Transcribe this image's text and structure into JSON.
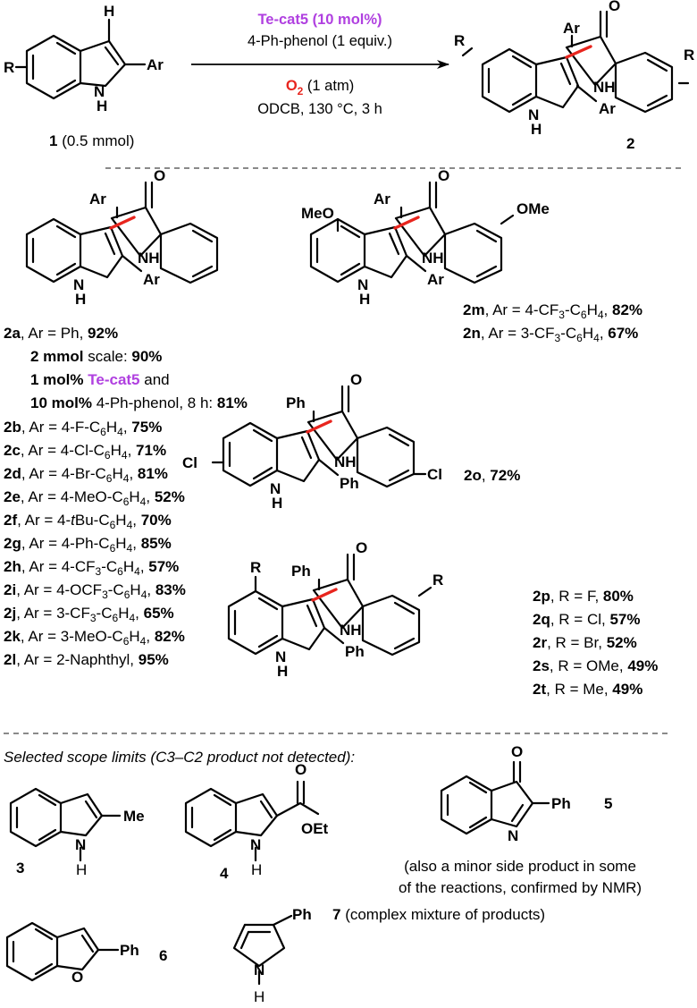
{
  "reaction": {
    "catalyst": "Te-cat5 (10 mol%)",
    "additive": "4-Ph-phenol (1 equiv.)",
    "oxidant_symbol": "O",
    "oxidant_sub": "2",
    "oxidant_rest": " (1 atm)",
    "conditions": "ODCB, 130 °C, 3 h",
    "sm_id": "1",
    "sm_amount": " (0.5 mmol)",
    "product_id": "2",
    "colors": {
      "catalyst": "#b040e0",
      "oxidant": "#e8251e",
      "new_bond": "#e8251e"
    }
  },
  "atoms": {
    "R": "R",
    "Ar": "Ar",
    "Ph": "Ph",
    "H": "H",
    "N": "N",
    "O": "O",
    "NH": "NH",
    "MeO": "MeO",
    "OMe": "OMe",
    "Cl": "Cl",
    "Me": "Me",
    "OEt": "OEt"
  },
  "scope_a": [
    {
      "pre": "2a",
      "mid": ", Ar = Ph, ",
      "yield": "92%"
    },
    {
      "pre": "2 mmol",
      "mid": " scale: ",
      "yield": "90%"
    },
    {
      "pre": "1 mol% ",
      "cat": "Te-cat5",
      "mid": " and"
    },
    {
      "pre": "10 mol%",
      "mid": " 4-Ph-phenol, 8 h: ",
      "yield": "81%"
    },
    {
      "pre": "2b",
      "mid": ", Ar = 4-F-C",
      "sub": "6",
      "mid2": "H",
      "sub2": "4",
      "mid3": ", ",
      "yield": "75%"
    },
    {
      "pre": "2c",
      "mid": ", Ar = 4-Cl-C",
      "sub": "6",
      "mid2": "H",
      "sub2": "4",
      "mid3": ", ",
      "yield": "71%"
    },
    {
      "pre": "2d",
      "mid": ", Ar = 4-Br-C",
      "sub": "6",
      "mid2": "H",
      "sub2": "4",
      "mid3": ", ",
      "yield": "81%"
    },
    {
      "pre": "2e",
      "mid": ", Ar = 4-MeO-C",
      "sub": "6",
      "mid2": "H",
      "sub2": "4",
      "mid3": ", ",
      "yield": "52%"
    },
    {
      "pre": "2f",
      "mid": ", Ar = 4-",
      "it": "t",
      "mid1": "Bu-C",
      "sub": "6",
      "mid2": "H",
      "sub2": "4",
      "mid3": ", ",
      "yield": "70%"
    },
    {
      "pre": "2g",
      "mid": ", Ar = 4-Ph-C",
      "sub": "6",
      "mid2": "H",
      "sub2": "4",
      "mid3": ", ",
      "yield": "85%"
    },
    {
      "pre": "2h",
      "mid": ", Ar = 4-CF",
      "sub0": "3",
      "mid1": "-C",
      "sub": "6",
      "mid2": "H",
      "sub2": "4",
      "mid3": ", ",
      "yield": "57%"
    },
    {
      "pre": "2i",
      "mid": ", Ar = 4-OCF",
      "sub0": "3",
      "mid1": "-C",
      "sub": "6",
      "mid2": "H",
      "sub2": "4",
      "mid3": ", ",
      "yield": "83%"
    },
    {
      "pre": "2j",
      "mid": ", Ar = 3-CF",
      "sub0": "3",
      "mid1": "-C",
      "sub": "6",
      "mid2": "H",
      "sub2": "4",
      "mid3": ", ",
      "yield": "65%"
    },
    {
      "pre": "2k",
      "mid": ", Ar = 3-MeO-C",
      "sub": "6",
      "mid2": "H",
      "sub2": "4",
      "mid3": ", ",
      "yield": "82%"
    },
    {
      "pre": "2l",
      "mid": ", Ar = 2-Naphthyl, ",
      "yield": "95%"
    }
  ],
  "scope_mn": [
    {
      "pre": "2m",
      "mid": ", Ar = 4-CF",
      "sub0": "3",
      "mid1": "-C",
      "sub": "6",
      "mid2": "H",
      "sub2": "4",
      "mid3": ", ",
      "yield": "82%"
    },
    {
      "pre": "2n",
      "mid": ", Ar = 3-CF",
      "sub0": "3",
      "mid1": "-C",
      "sub": "6",
      "mid2": "H",
      "sub2": "4",
      "mid3": ", ",
      "yield": "67%"
    }
  ],
  "scope_o": {
    "pre": "2o",
    "mid": ", ",
    "yield": "72%"
  },
  "scope_pt": [
    {
      "pre": "2p",
      "mid": ", R = F, ",
      "yield": "80%"
    },
    {
      "pre": "2q",
      "mid": ", R = Cl, ",
      "yield": "57%"
    },
    {
      "pre": "2r",
      "mid": ", R = Br, ",
      "yield": "52%"
    },
    {
      "pre": "2s",
      "mid": ", R = OMe, ",
      "yield": "49%"
    },
    {
      "pre": "2t",
      "mid": ", R = Me, ",
      "yield": "49%"
    }
  ],
  "limits": {
    "heading": "Selected scope limits (C3–C2 product not detected):",
    "c3": "3",
    "c4": "4",
    "c5": "5",
    "c6": "6",
    "c7": "7",
    "note5_line1": "(also a minor side product in some",
    "note5_line2": "of the reactions, confirmed by NMR)",
    "note7": " (complex mixture of products)"
  }
}
